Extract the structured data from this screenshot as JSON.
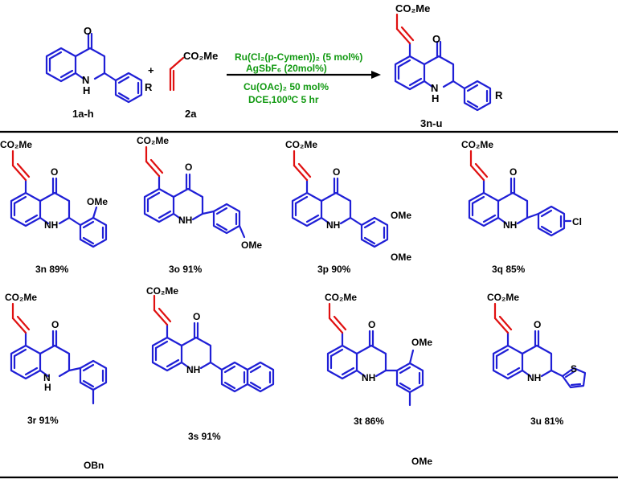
{
  "reaction": {
    "sm1_label": "1a-h",
    "sm2_label": "2a",
    "product_label": "3n-u",
    "plus": "+",
    "r_group": "R",
    "atoms": {
      "O": "O",
      "NH": "NH",
      "N": "N",
      "H": "H",
      "S": "S"
    },
    "acrylate": "CO₂Me",
    "conditions": [
      "Ru(Cl₂(p-Cymen))₂ (5 mol%)",
      "AgSbF₆ (20mol%)",
      "Cu(OAc)₂  50 mol%",
      "DCE,100⁰C 5 hr"
    ]
  },
  "compounds": [
    {
      "id": "3n",
      "label": "3n 89%",
      "subs": [
        "OMe"
      ]
    },
    {
      "id": "3o",
      "label": "3o  91%",
      "subs": [
        "OMe"
      ]
    },
    {
      "id": "3p",
      "label": "3p 90%",
      "subs": [
        "OMe",
        "OMe"
      ]
    },
    {
      "id": "3q",
      "label": "3q 85%",
      "subs": [
        "Cl"
      ]
    },
    {
      "id": "3r",
      "label": "3r 91%",
      "subs": [
        "OBn"
      ]
    },
    {
      "id": "3s",
      "label": "3s 91%",
      "subs": []
    },
    {
      "id": "3t",
      "label": "3t 86%",
      "subs": [
        "OMe",
        "OMe"
      ]
    },
    {
      "id": "3u",
      "label": "3u 81%",
      "subs": [
        "S"
      ]
    }
  ],
  "colors": {
    "scaffold": "#1f1fd6",
    "alkene": "#e01010",
    "conditions": "#119911"
  }
}
